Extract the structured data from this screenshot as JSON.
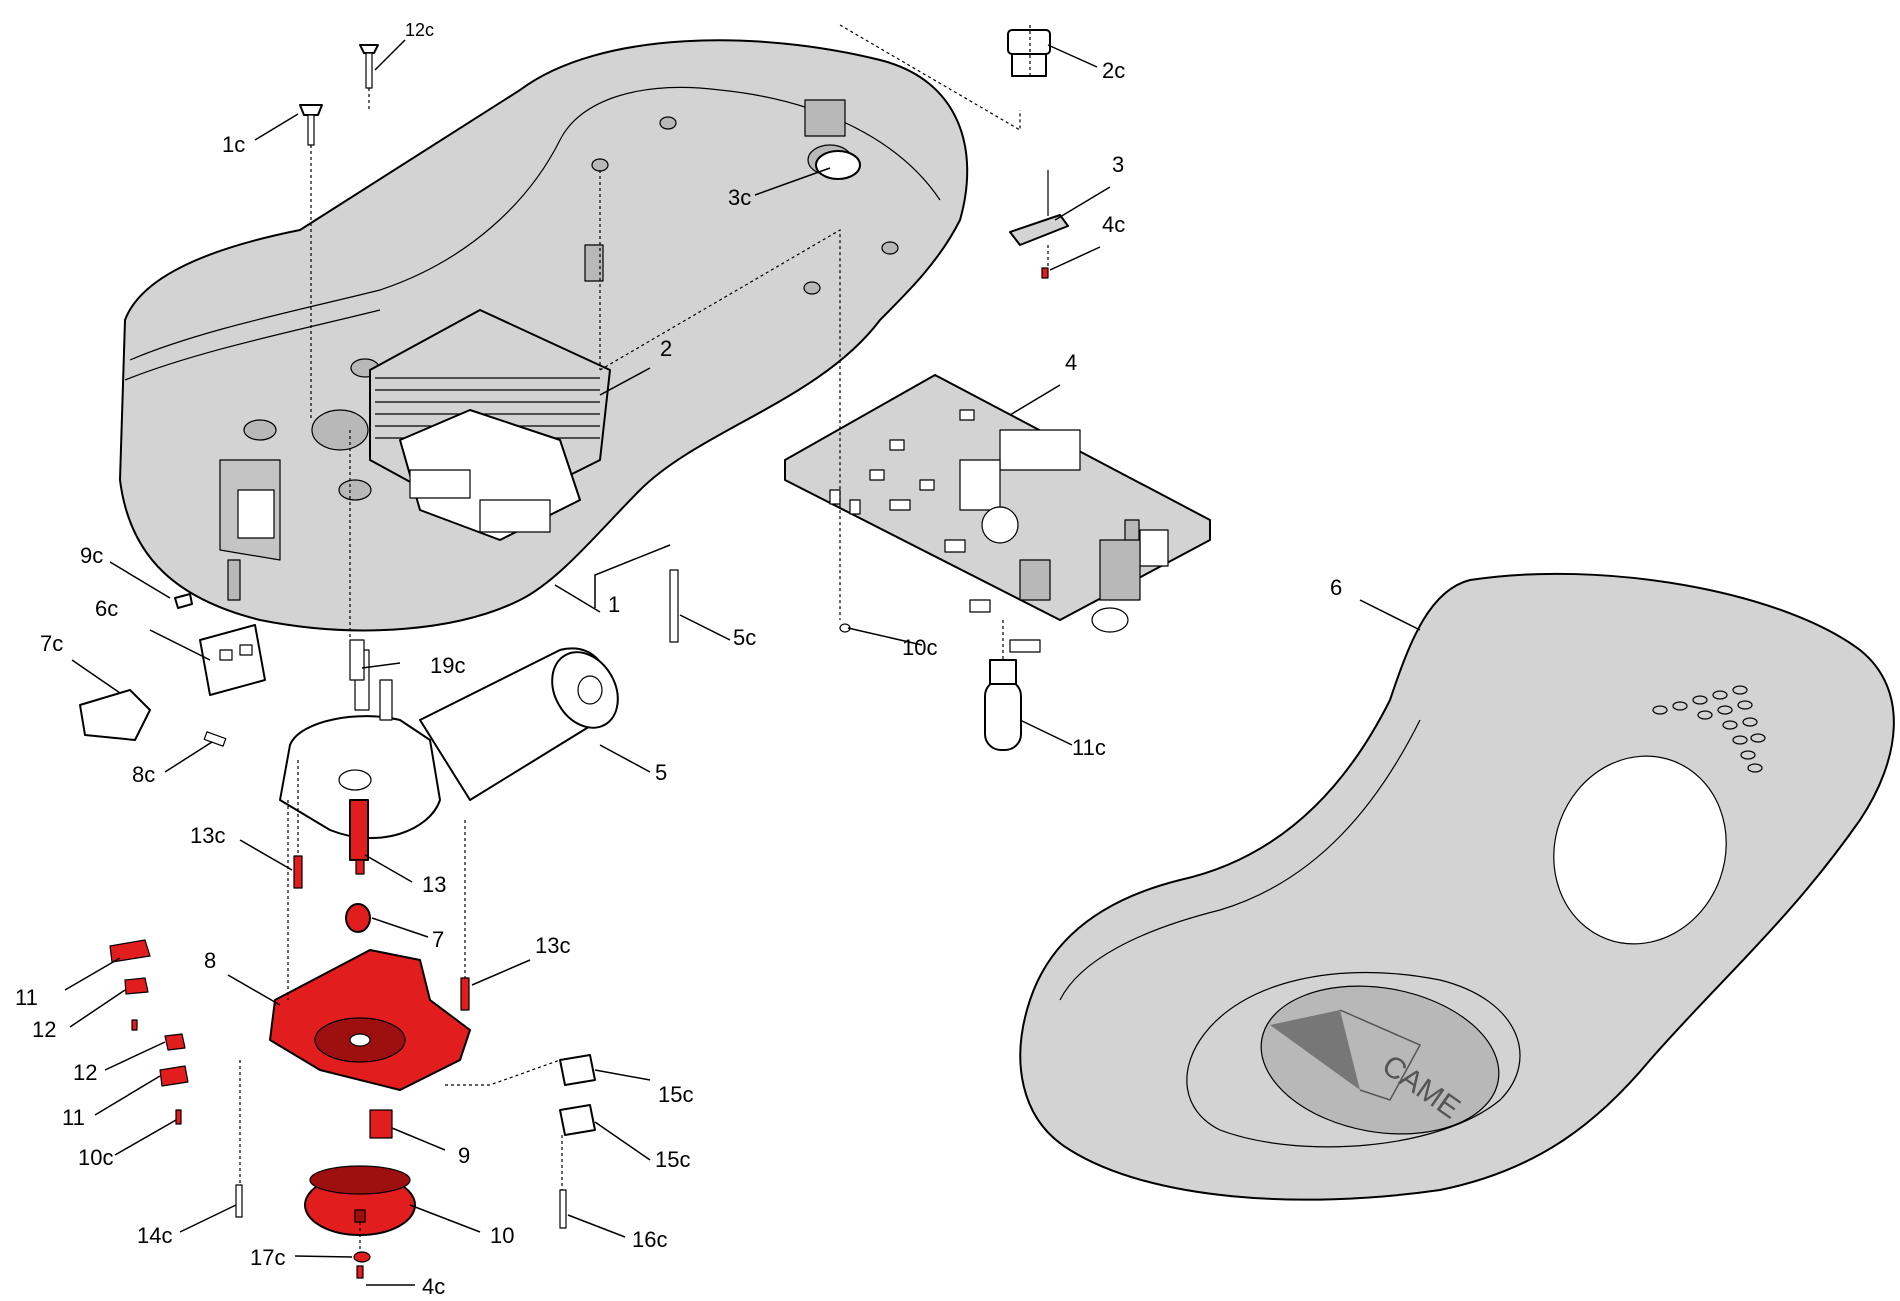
{
  "colors": {
    "housing": "#d3d3d3",
    "highlight_part": "#e11d1d",
    "line": "#000000",
    "background": "#ffffff"
  },
  "cover_logo_text": "CAME",
  "labels": {
    "l_1": "1",
    "l_1c": "1c",
    "l_2": "2",
    "l_2c": "2c",
    "l_3": "3",
    "l_3c": "3c",
    "l_4": "4",
    "l_4c_top": "4c",
    "l_4c_bottom": "4c",
    "l_5": "5",
    "l_5c": "5c",
    "l_6": "6",
    "l_6c": "6c",
    "l_7": "7",
    "l_7c": "7c",
    "l_8": "8",
    "l_8c": "8c",
    "l_9": "9",
    "l_9c": "9c",
    "l_10": "10",
    "l_10c_board": "10c",
    "l_10c_left": "10c",
    "l_11_top": "11",
    "l_11_bottom": "11",
    "l_11c": "11c",
    "l_12_top": "12",
    "l_12_bottom": "12",
    "l_12c": "12c",
    "l_13": "13",
    "l_13c_left": "13c",
    "l_13c_right": "13c",
    "l_14c": "14c",
    "l_15c_top": "15c",
    "l_15c_bottom": "15c",
    "l_16c": "16c",
    "l_17c": "17c",
    "l_19c": "19c"
  }
}
